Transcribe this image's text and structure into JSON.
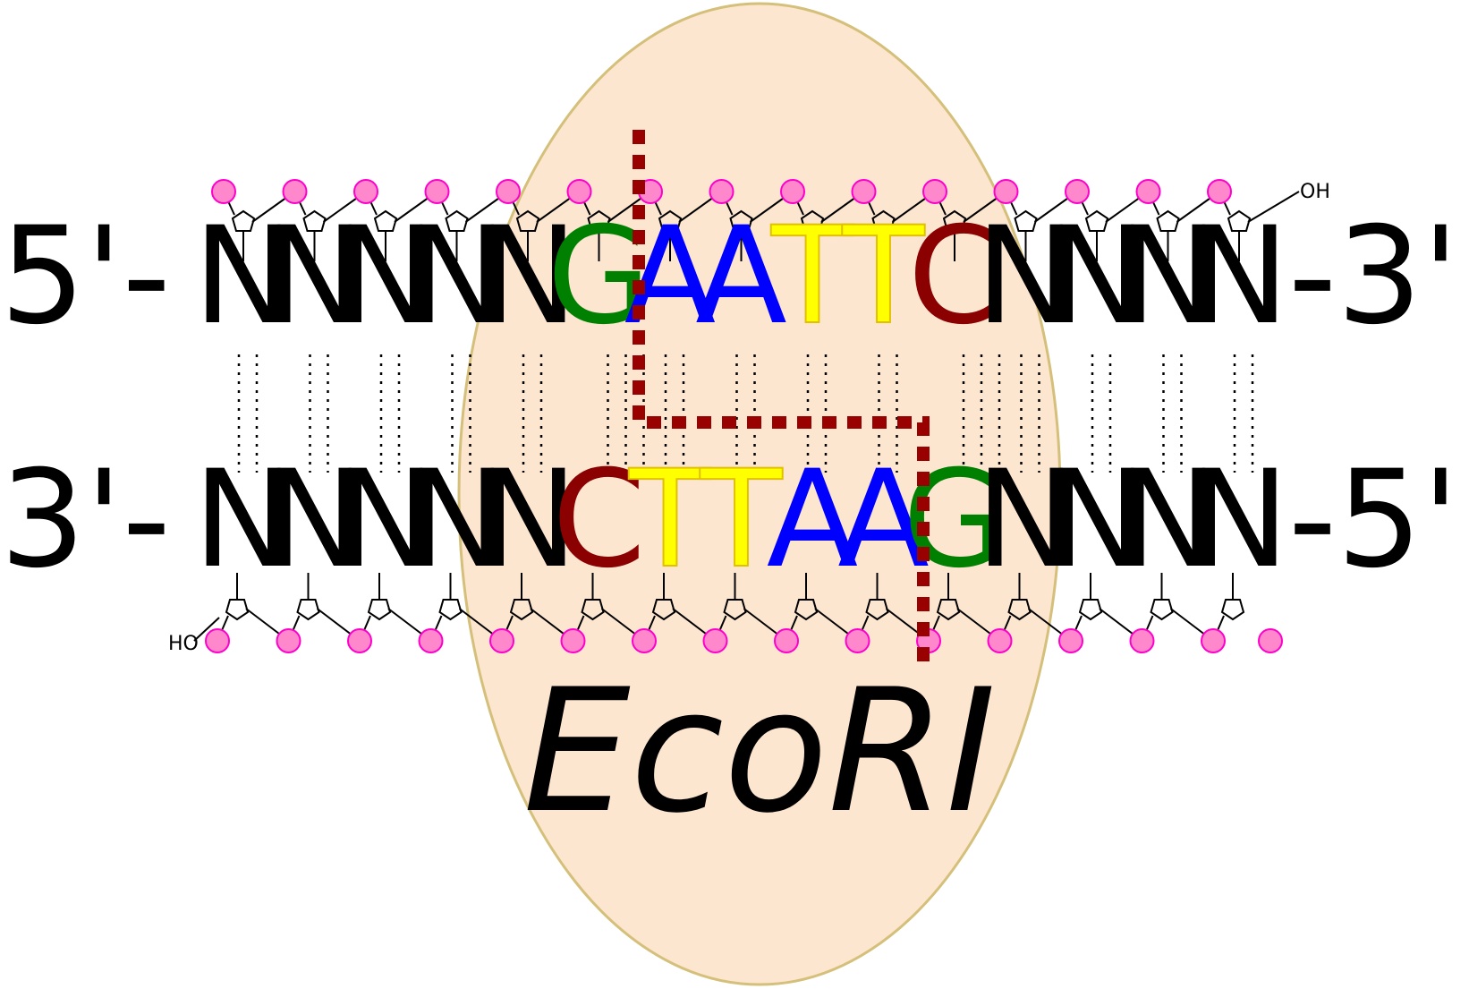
{
  "enzyme_name": "EcoRI",
  "top_strand": {
    "prime_left": "5'",
    "prime_right": "3'",
    "bases": [
      "N",
      "N",
      "N",
      "N",
      "N",
      "G",
      "A",
      "A",
      "T",
      "T",
      "C",
      "N",
      "N",
      "N",
      "N"
    ],
    "terminal_label": "OH"
  },
  "bottom_strand": {
    "prime_left": "3'",
    "prime_right": "5'",
    "bases": [
      "N",
      "N",
      "N",
      "N",
      "N",
      "C",
      "T",
      "T",
      "A",
      "A",
      "G",
      "N",
      "N",
      "N",
      "N"
    ],
    "terminal_label": "HO"
  },
  "colors": {
    "N": "#000000",
    "G": "#008000",
    "A": "#0000ff",
    "T": "#ffff00",
    "C": "#8b0000",
    "phosphate": "#ff88cc",
    "phosphate_stroke": "#ff00cc",
    "enzyme_fill": "#fde6d0",
    "enzyme_stroke": "#d4c07a",
    "cut_line": "#990000"
  },
  "hydrogen_bonds": [
    2,
    2,
    2,
    2,
    2,
    3,
    2,
    2,
    2,
    2,
    3,
    2,
    2,
    2,
    2
  ]
}
